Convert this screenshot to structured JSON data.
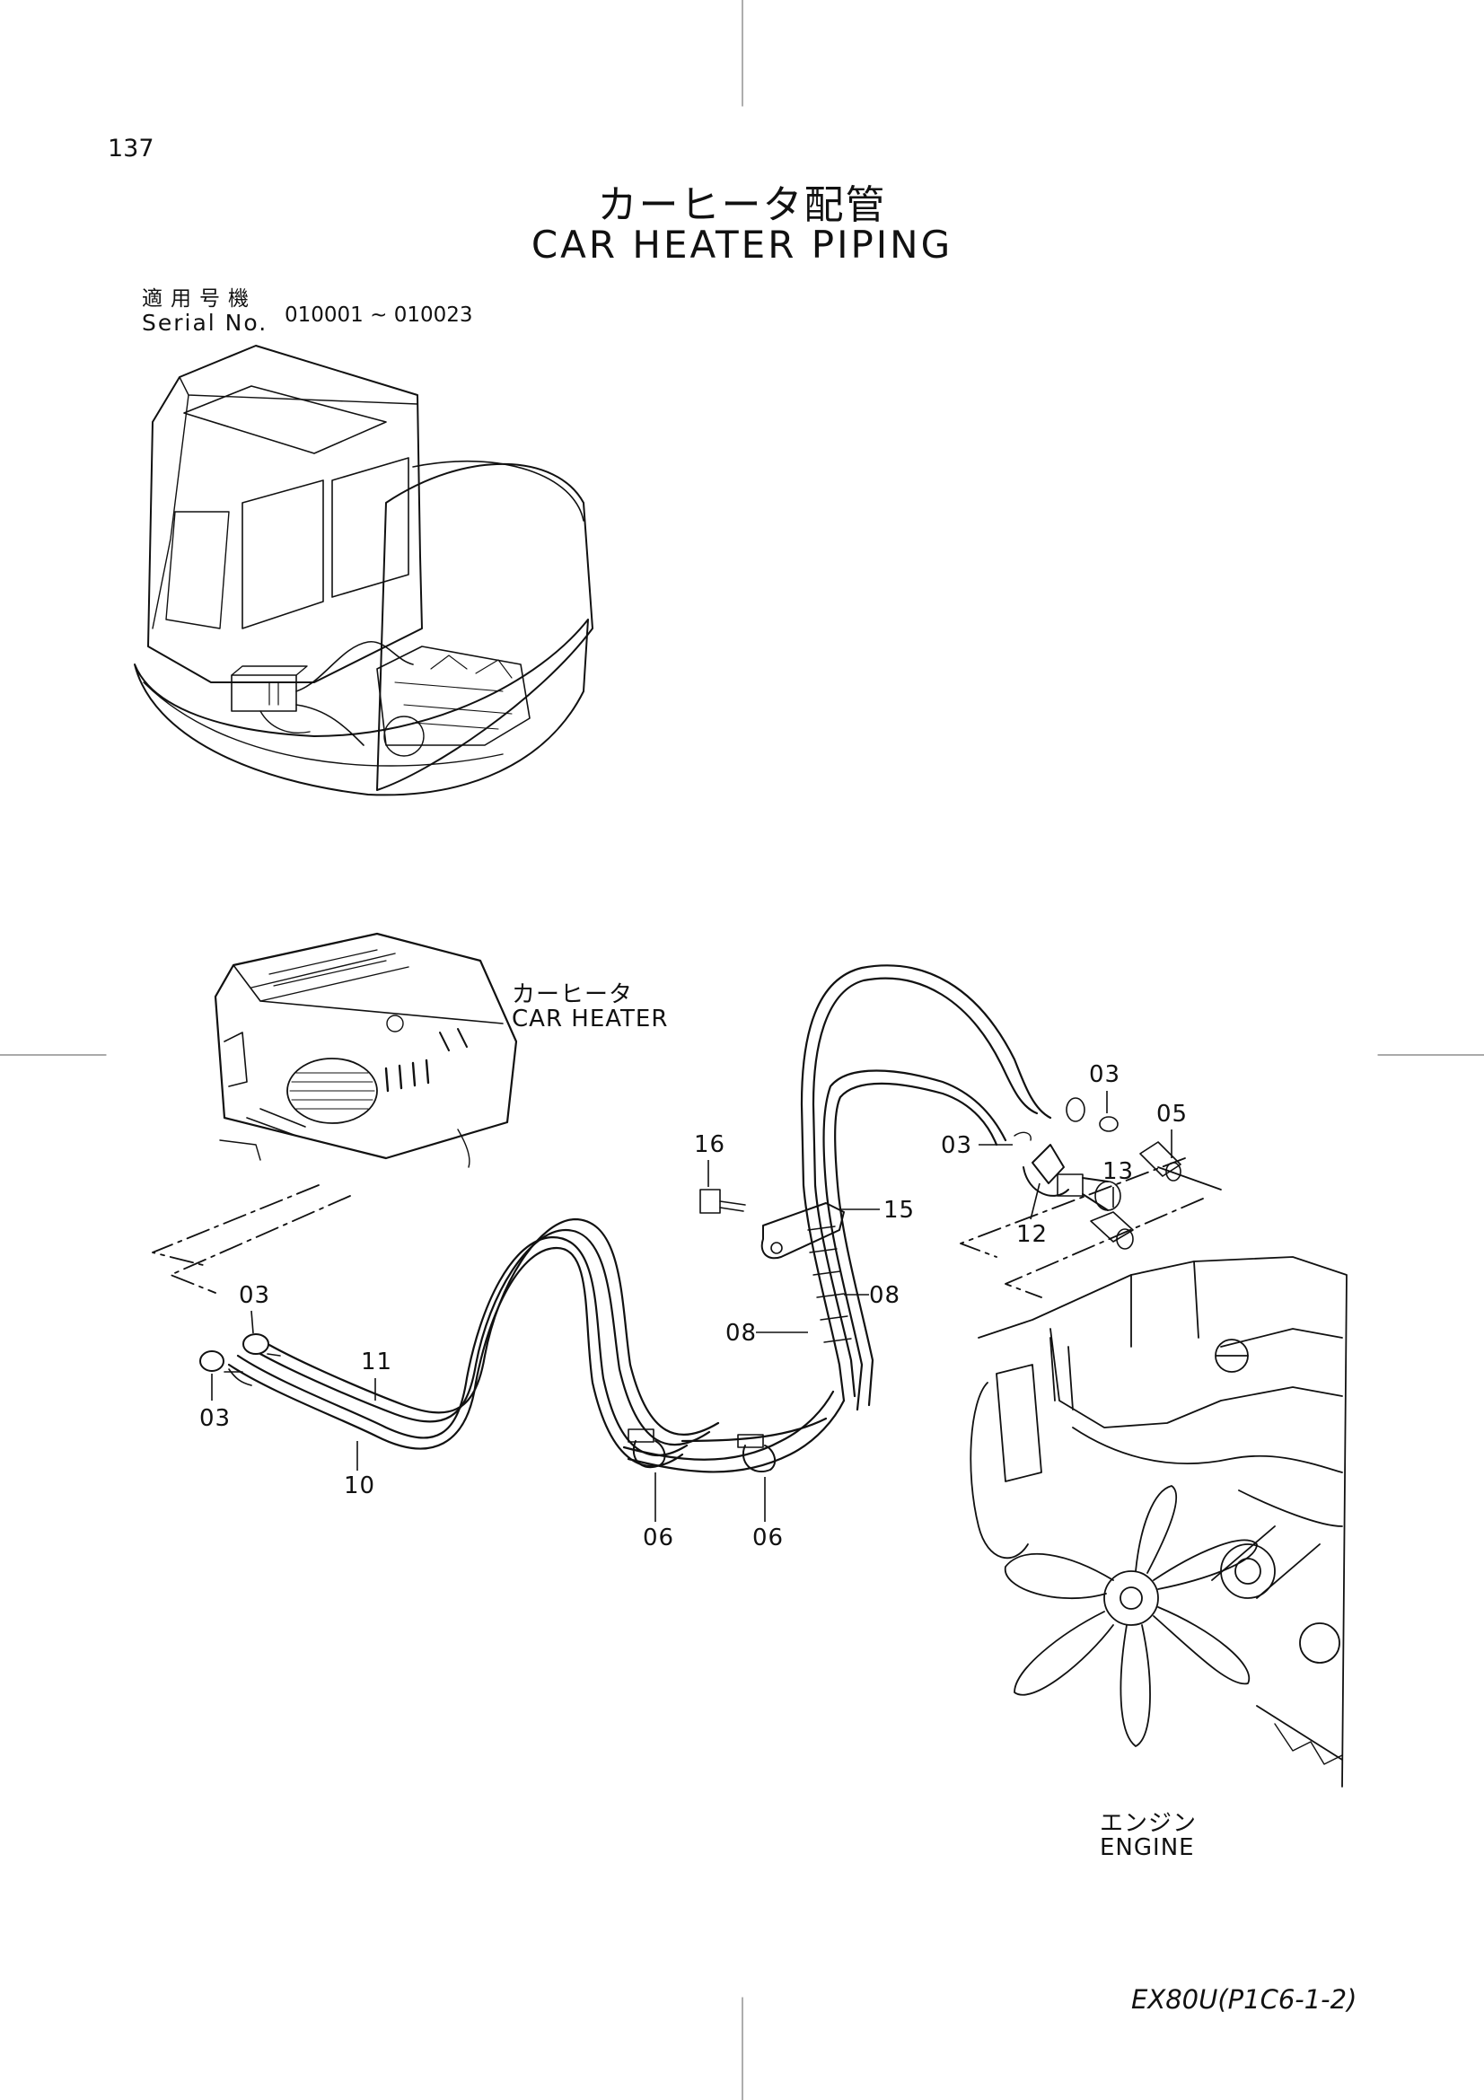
{
  "page": {
    "page_number": "137",
    "title_ja": "カーヒータ配管",
    "title_en": "CAR HEATER PIPING",
    "footer_code": "EX80U(P1C6-1-2)"
  },
  "serial": {
    "label_ja": "適用号機",
    "label_en": "Serial No.",
    "range": "010001 ~ 010023"
  },
  "components": {
    "car_heater_ja": "カーヒータ",
    "car_heater_en": "CAR HEATER",
    "engine_ja": "エンジン",
    "engine_en": "ENGINE"
  },
  "callouts": {
    "c03_a": "03",
    "c03_b": "03",
    "c03_c": "03",
    "c03_d": "03",
    "c05": "05",
    "c06_a": "06",
    "c06_b": "06",
    "c08_a": "08",
    "c08_b": "08",
    "c10": "10",
    "c11": "11",
    "c12": "12",
    "c13": "13",
    "c15": "15",
    "c16": "16"
  }
}
